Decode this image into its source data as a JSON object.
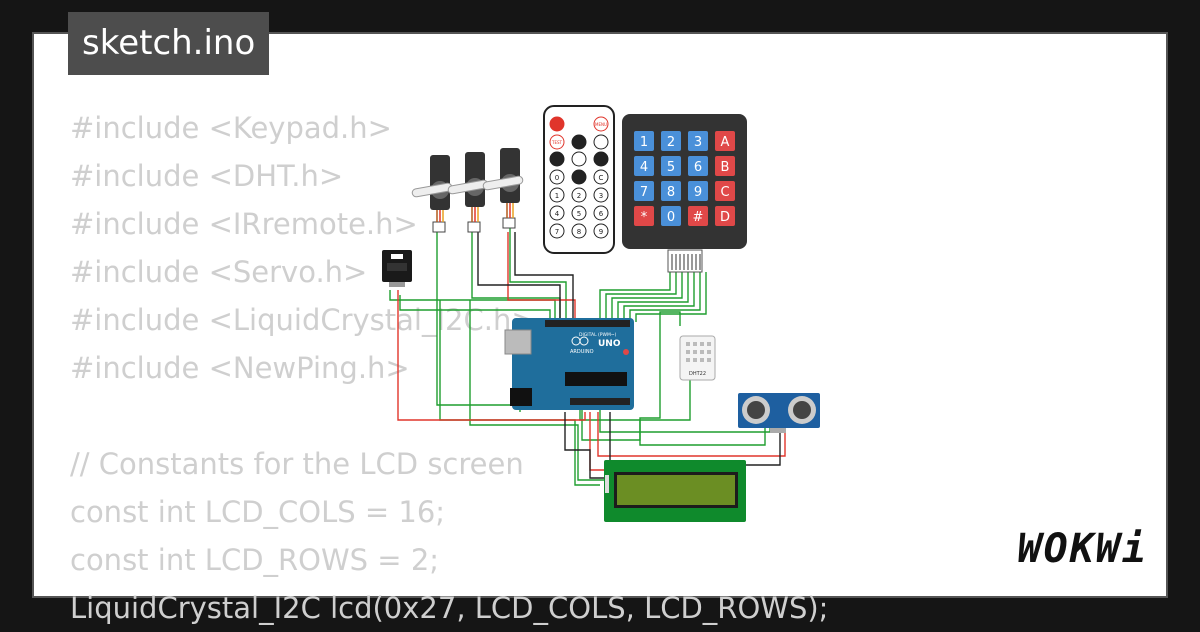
{
  "file_tab": {
    "label": "sketch.ino"
  },
  "code_lines": [
    "#include <Keypad.h>",
    "#include <DHT.h>",
    "#include <IRremote.h>",
    "#include <Servo.h>",
    "#include <LiquidCrystal_I2C.h>",
    "#include <NewPing.h>",
    "",
    "// Constants for the LCD screen",
    "const int LCD_COLS = 16;",
    "const int LCD_ROWS = 2;",
    "LiquidCrystal_I2C lcd(0x27, LCD_COLS, LCD_ROWS);"
  ],
  "brand": {
    "logo_text": "WOKWi"
  },
  "components": {
    "keypad_keys": [
      "1",
      "2",
      "3",
      "A",
      "4",
      "5",
      "6",
      "B",
      "7",
      "8",
      "9",
      "C",
      "*",
      "0",
      "#",
      "D"
    ],
    "remote_buttons": [
      "TEST",
      "MENU",
      "0",
      "C",
      "1",
      "2",
      "3",
      "4",
      "5",
      "6",
      "7",
      "8",
      "9"
    ],
    "arduino_board": {
      "board_label": "UNO",
      "brand_label": "ARDUINO",
      "header_label": "DIGITAL (PWM~)"
    },
    "dht_sensor": {
      "label": "DHT22"
    }
  },
  "colors": {
    "card_bg": "#ffffff",
    "tab_bg": "#4d4d4d",
    "code_text": "#cfcfcf",
    "wire_green": "#1f9e2f",
    "wire_red": "#e0352b",
    "wire_black": "#222222",
    "keypad_blue": "#4a90d9",
    "keypad_red": "#e04848",
    "lcd_green": "#0f8a2c",
    "arduino_blue": "#1f6e9c"
  }
}
